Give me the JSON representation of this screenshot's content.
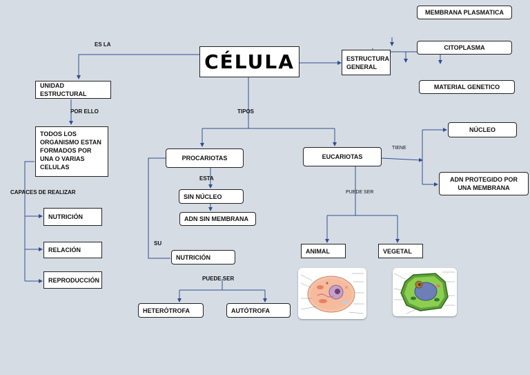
{
  "title": "CÉLULA",
  "labels": {
    "es_la": "ES LA",
    "por_ello": "POR ELLO",
    "capaces": "CAPACES DE REALIZAR",
    "tipos": "TIPOS",
    "esta": "ESTA",
    "su": "SU",
    "puede_ser_1": "PUEDE SER",
    "puede_ser_2": "PUEDE SER",
    "tiene": "TIENE"
  },
  "nodes": {
    "membrana": "MEMBRANA PLASMATICA",
    "citoplasma": "CITOPLASMA",
    "material": "MATERIAL GENETICO",
    "estructura": "ESTRUCTURA GENERAL",
    "unidad": "UNIDAD ESTRUCTURAL",
    "todos": "TODOS LOS ORGANISMO ESTAN FORMADOS POR UNA O VARIAS CELULAS",
    "nutricion_1": "NUTRICIÓN",
    "relacion": "RELACIÓN",
    "reproduccion": "REPRODUCCIÓN",
    "procariotas": "PROCARIOTAS",
    "sin_nucleo": "SIN NÚCLEO",
    "adn_sin": "ADN SIN MEMBRANA",
    "nutricion_2": "NUTRICIÓN",
    "heterotrofa": "HETERÓTROFA",
    "autotrofa": "AUTÓTROFA",
    "eucariotas": "EUCARIOTAS",
    "nucleo": "NÚCLEO",
    "adn_protegido": "ADN PROTEGIDO POR UNA MEMBRANA",
    "animal": "ANIMAL",
    "vegetal": "VEGETAL"
  },
  "colors": {
    "background": "#d6dce4",
    "connector": "#2f4f8f"
  }
}
